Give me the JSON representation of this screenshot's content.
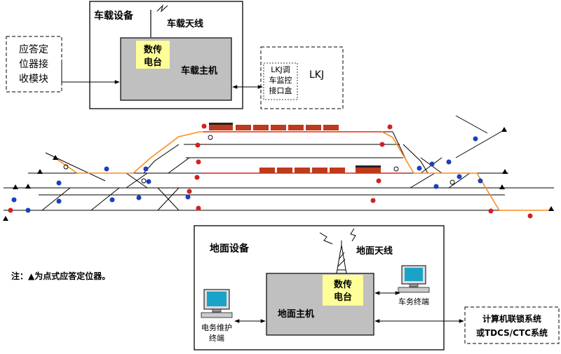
{
  "vehicle": {
    "title": "车载设备",
    "antenna_label": "车载天线",
    "radio_line1": "数传",
    "radio_line2": "电台",
    "host_label": "车载主机"
  },
  "balise_module": {
    "line1": "应答定",
    "line2": "位器接",
    "line3": "收模块"
  },
  "lkj_box": {
    "line1": "LKJ调",
    "line2": "车监控",
    "line3": "接口盒",
    "label": "LKJ"
  },
  "ground": {
    "title": "地面设备",
    "antenna_label": "地面天线",
    "radio_line1": "数传",
    "radio_line2": "电台",
    "host_label": "地面主机",
    "vehicle_terminal": "车务终端",
    "power_terminal_line1": "电务维护",
    "power_terminal_line2": "终端",
    "ext_line1": "计算机联锁系统",
    "ext_line2": "或TDCS/CTC系统"
  },
  "note": "注：▲为点式应答定位器。",
  "colors": {
    "box_gray": "#c0c0c0",
    "radio_yellow": "#ffff99",
    "route_orange": "#ff8c1a",
    "route_red": "#e02020",
    "signal_blue": "#1a3fbf",
    "signal_red": "#d42020",
    "wagon": "#c0391b"
  }
}
